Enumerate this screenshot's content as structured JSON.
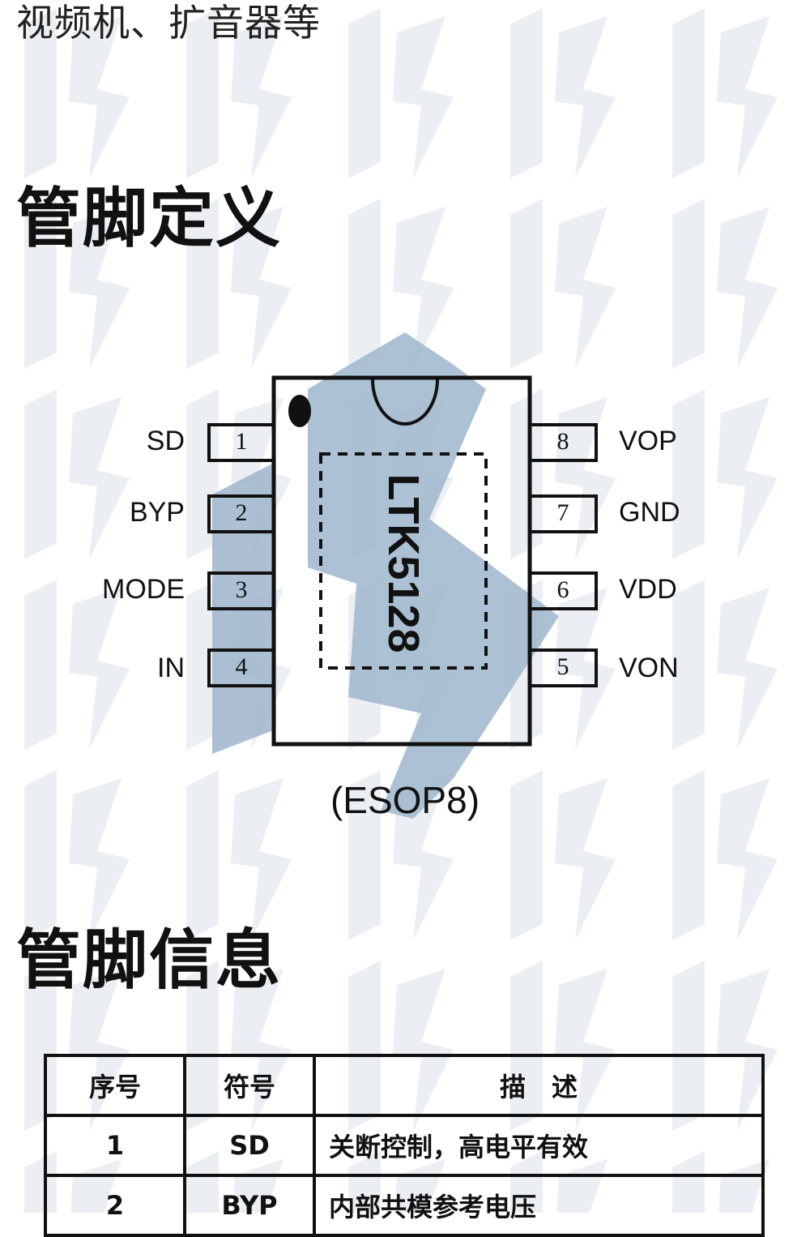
{
  "intro_text": "视频机、扩音器等",
  "sections": {
    "pin_definition": "管脚定义",
    "pin_info": "管脚信息"
  },
  "diagram": {
    "chip_name": "LTK5128",
    "package": "(ESOP8)",
    "left_pins": [
      {
        "number": "1",
        "name": "SD"
      },
      {
        "number": "2",
        "name": "BYP"
      },
      {
        "number": "3",
        "name": "MODE"
      },
      {
        "number": "4",
        "name": "IN"
      }
    ],
    "right_pins": [
      {
        "number": "8",
        "name": "VOP"
      },
      {
        "number": "7",
        "name": "GND"
      },
      {
        "number": "6",
        "name": "VDD"
      },
      {
        "number": "5",
        "name": "VON"
      }
    ]
  },
  "table": {
    "headers": [
      "序号",
      "符号",
      "描　述"
    ],
    "rows": [
      {
        "index": "1",
        "symbol": "SD",
        "description": "关断控制，高电平有效"
      },
      {
        "index": "2",
        "symbol": "BYP",
        "description": "内部共模参考电压"
      }
    ]
  },
  "colors": {
    "watermark": "#9fb6cc",
    "ink": "#111111"
  }
}
